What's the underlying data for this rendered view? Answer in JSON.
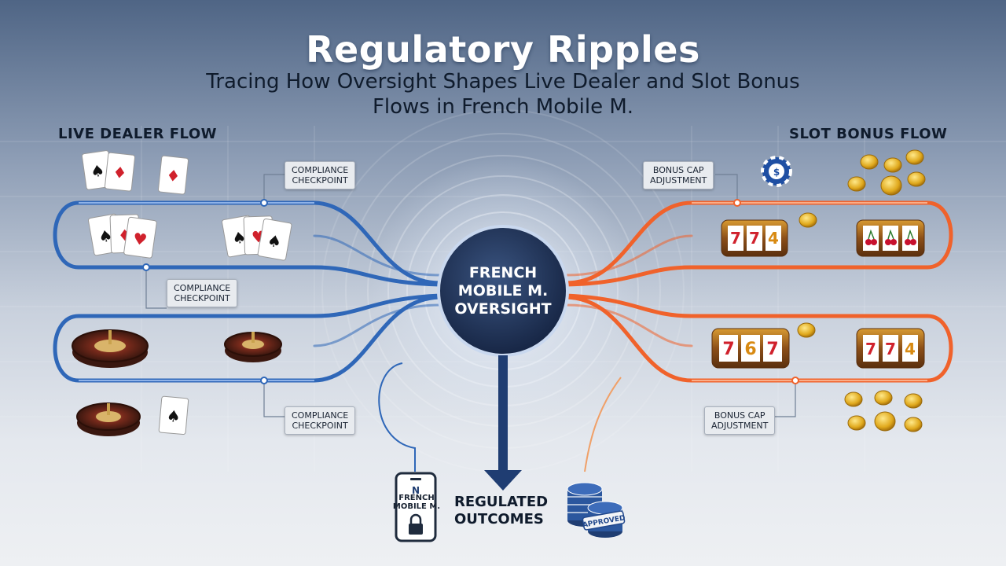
{
  "header": {
    "title": "Regulatory Ripples",
    "subtitle": "Tracing How Oversight Shapes Live Dealer and Slot Bonus Flows in French Mobile M."
  },
  "left_section": {
    "title": "LIVE DEALER FLOW",
    "checkpoints": [
      "Compliance\nCheckpoint",
      "Compliance\nCheckpoint",
      "Compliance\nCheckpoint"
    ]
  },
  "right_section": {
    "title": "SLOT BONUS FLOW",
    "adjustments": [
      "Bonus Cap\nAdjustment",
      "Bonus Cap\nAdjustment"
    ],
    "reels": [
      "774",
      "cherries",
      "767",
      "774"
    ]
  },
  "center": {
    "label": "FRENCH\nMOBILE M.\nOVERSIGHT"
  },
  "bottom": {
    "phone_label": "FRENCH\nMOBILE M.",
    "outcome_label": "REGULATED\nOUTCOMES",
    "approved_stamp": "APPROVED"
  },
  "colors": {
    "live_flow": "#2f67b8",
    "slot_flow": "#f0622b",
    "center_fill": "#24375c",
    "arrow": "#1f3d72"
  },
  "icons": {
    "cards": "playing-cards-icon",
    "roulette": "roulette-wheel-icon",
    "slot": "slot-machine-icon",
    "coin": "gold-coin-icon",
    "chip": "casino-chip-icon",
    "phone": "mobile-phone-lock-icon"
  }
}
